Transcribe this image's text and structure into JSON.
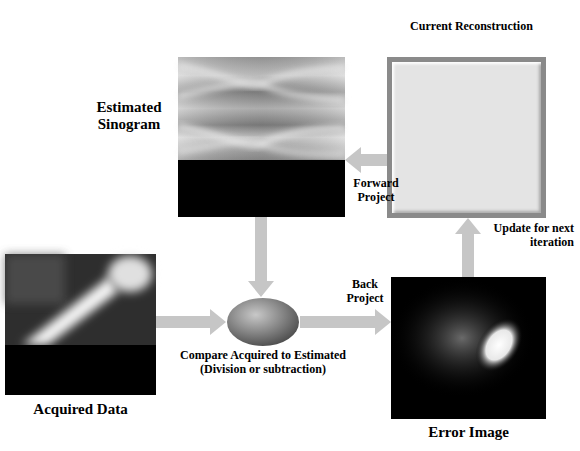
{
  "diagram": {
    "nodes": [
      {
        "text": [
          "Current Reconstruction"
        ]
      },
      {
        "text": [
          "Estimated Sinogram"
        ]
      },
      {
        "text": [
          "Acquired Data"
        ]
      },
      {
        "text": [
          "Compare Acquired to Estimated (Division or subtraction)"
        ]
      },
      {
        "text": [
          "Error Image"
        ]
      }
    ],
    "edges": [
      {
        "from": 0,
        "to": 1,
        "arrow": "to",
        "label": "Forward Project"
      },
      {
        "from": 1,
        "to": 3,
        "arrow": "to"
      },
      {
        "from": 2,
        "to": 3,
        "arrow": "to"
      },
      {
        "from": 3,
        "to": 4,
        "arrow": "to",
        "label": "Back Project"
      },
      {
        "from": 4,
        "to": 0,
        "arrow": "to",
        "label": "Update for next iteration"
      }
    ]
  }
}
